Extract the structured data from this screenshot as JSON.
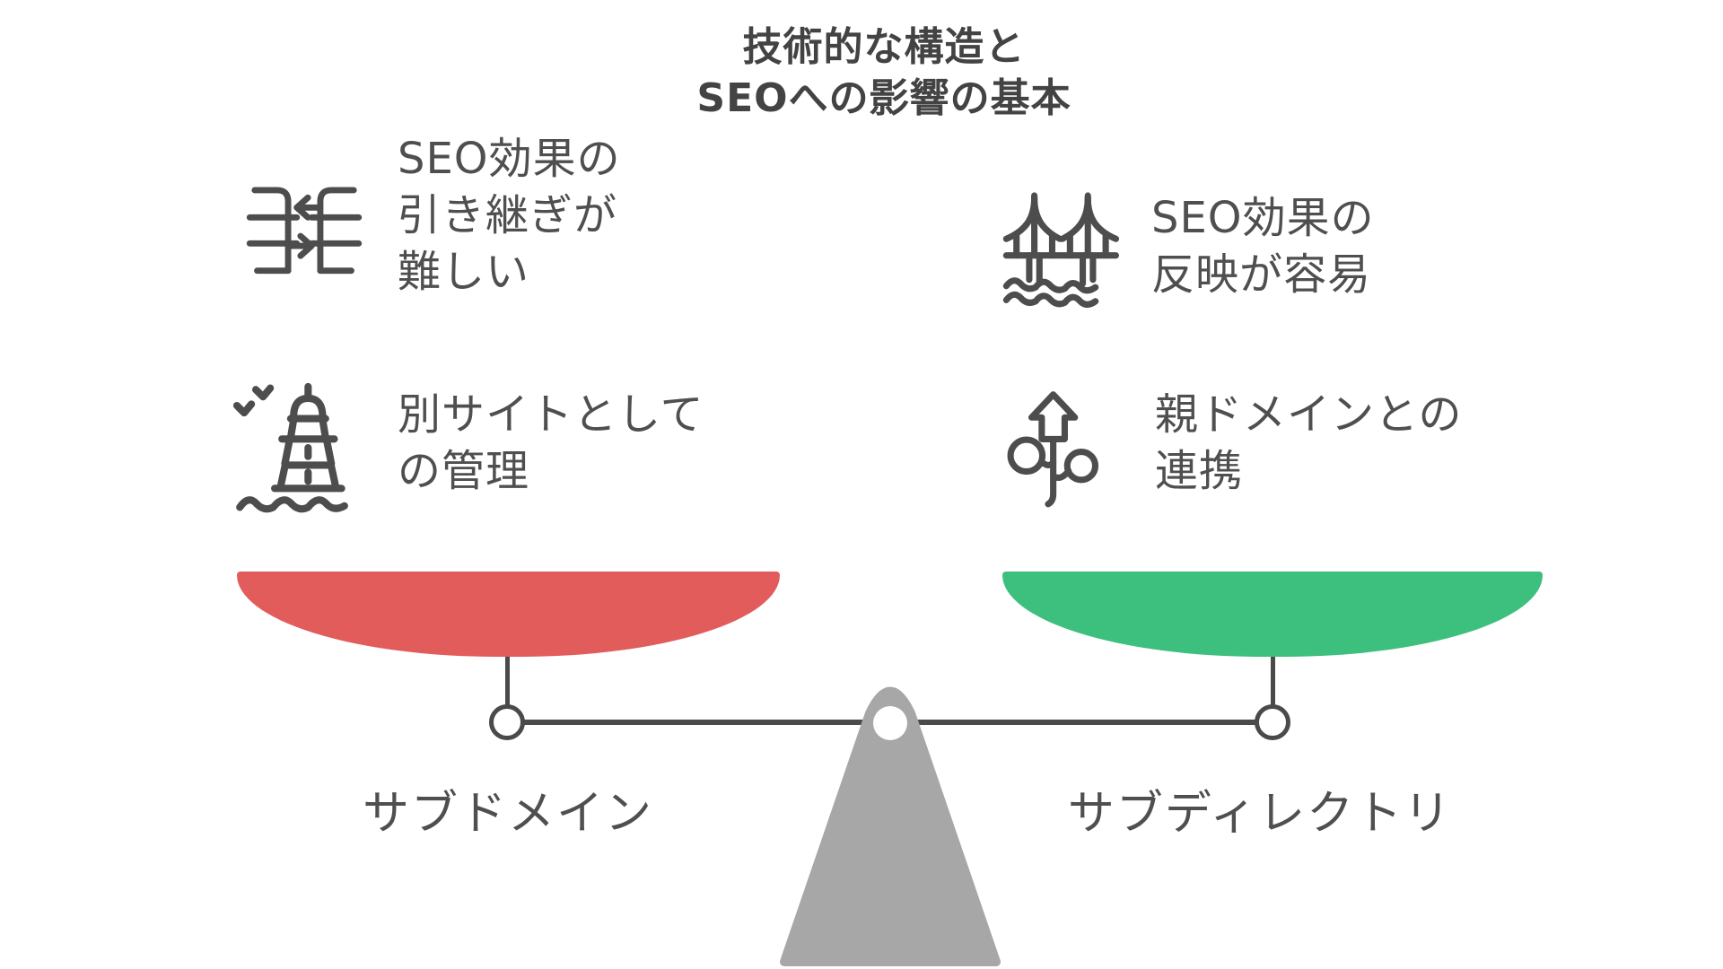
{
  "title": {
    "line1": "技術的な構造と",
    "line2": "SEOへの影響の基本"
  },
  "left_side": {
    "label": "サブドメイン",
    "pan_color": "#e25c5c",
    "features": [
      {
        "icon": "data-transfer-icon",
        "lines": [
          "SEO効果の",
          "引き継ぎが",
          "難しい"
        ]
      },
      {
        "icon": "lighthouse-icon",
        "lines": [
          "別サイトとして",
          "の管理"
        ]
      }
    ]
  },
  "right_side": {
    "label": "サブディレクトリ",
    "pan_color": "#3dbf7d",
    "features": [
      {
        "icon": "bridge-icon",
        "lines": [
          "SEO効果の",
          "反映が容易"
        ]
      },
      {
        "icon": "growth-icon",
        "lines": [
          "親ドメインとの",
          "連携"
        ]
      }
    ]
  },
  "colors": {
    "pan_left": "#e25c5c",
    "pan_right": "#3dbf7d",
    "fulcrum_gray": "#a7a7a7",
    "line_dark": "#4a4a4a",
    "text_dark": "#4f4f4f"
  }
}
